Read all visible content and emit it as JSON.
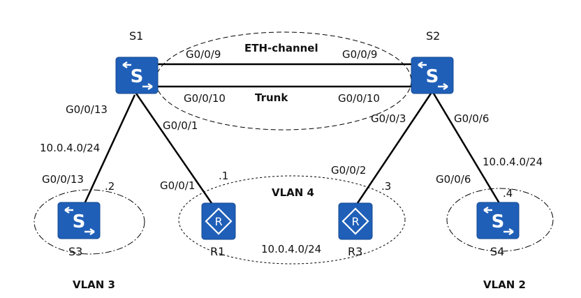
{
  "colors": {
    "device_fill": "#1f5fb8",
    "device_border": "#164a91",
    "line": "#000000",
    "icon_glyph": "#ffffff"
  },
  "devices": {
    "s1": {
      "name": "S1",
      "icon": "switch-icon"
    },
    "s2": {
      "name": "S2",
      "icon": "switch-icon"
    },
    "s3": {
      "name": "S3",
      "icon": "switch-icon"
    },
    "s4": {
      "name": "S4",
      "icon": "switch-icon"
    },
    "r1": {
      "name": "R1",
      "icon": "router-icon"
    },
    "r3": {
      "name": "R3",
      "icon": "router-icon"
    }
  },
  "groups": {
    "eth_channel": "ETH-channel",
    "trunk": "Trunk",
    "vlan4": "VLAN 4",
    "vlan3": "VLAN 3",
    "vlan2": "VLAN 2"
  },
  "labels": {
    "s1_g009": "G0/0/9",
    "s2_g009": "G0/0/9",
    "s1_g0010": "G0/0/10",
    "s2_g0010": "G0/0/10",
    "s1_g0013": "G0/0/13",
    "s1_g001": "G0/0/1",
    "s2_g003": "G0/0/3",
    "s2_g006": "G0/0/6",
    "s3_g0013": "G0/0/13",
    "r1_g001": "G0/0/1",
    "r3_g002": "G0/0/2",
    "s4_g006": "G0/0/6",
    "net_left": "10.0.4.0/24",
    "net_right": "10.0.4.0/24",
    "net_middle": "10.0.4.0/24",
    "host_s3": ".2",
    "host_r1": ".1",
    "host_r3": ".3",
    "host_s4": ".4"
  }
}
